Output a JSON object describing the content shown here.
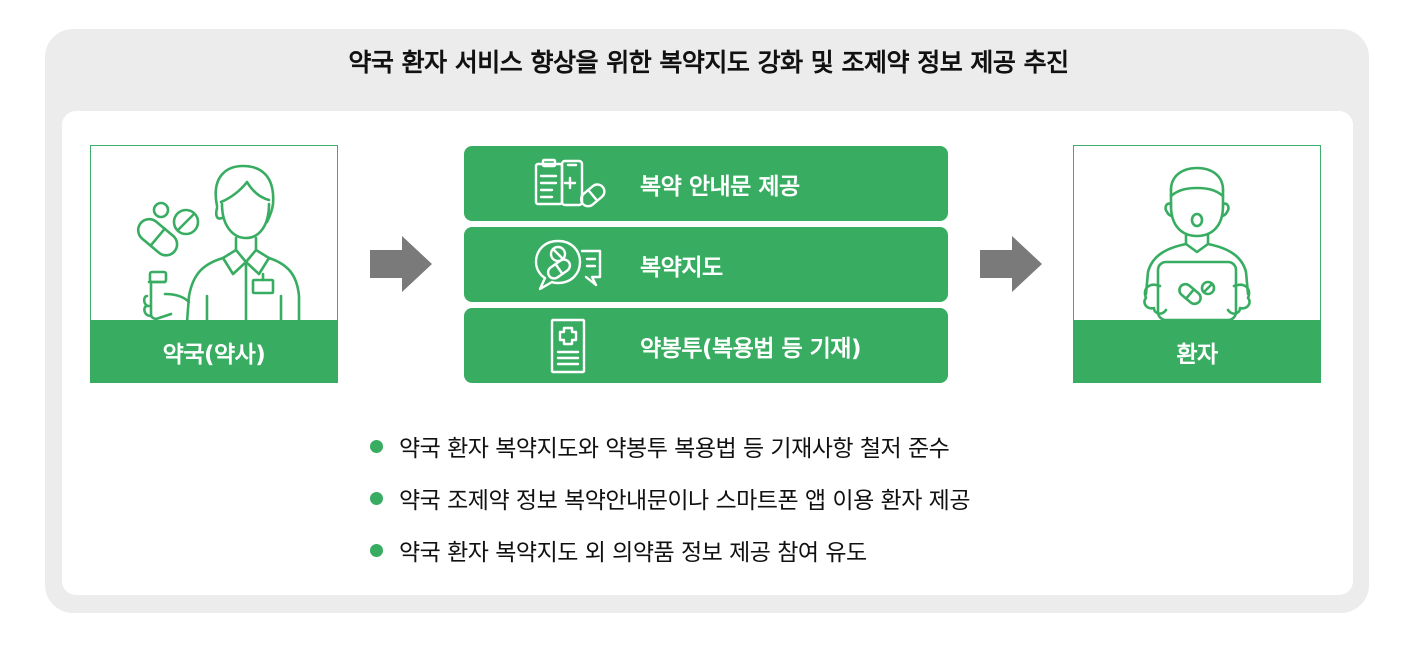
{
  "title": "약국 환자 서비스 향상을 위한 복약지도 강화 및 조제약 정보 제공 추진",
  "colors": {
    "accent": "#38ad62",
    "panel": "#ececec",
    "arrow": "#7a7a7a",
    "text": "#111111"
  },
  "left_card": {
    "label": "약국(약사)",
    "icon": "pharmacist-with-pills-icon"
  },
  "right_card": {
    "label": "환자",
    "icon": "patient-holding-tablet-icon"
  },
  "services": [
    {
      "label": "복약 안내문 제공",
      "icon": "clipboard-phone-pill-icon"
    },
    {
      "label": "복약지도",
      "icon": "speech-bubble-pill-icon"
    },
    {
      "label": "약봉투(복용법 등 기재)",
      "icon": "medicine-envelope-icon"
    }
  ],
  "bullets": [
    "약국 환자 복약지도와 약봉투 복용법 등 기재사항 철저 준수",
    "약국 조제약 정보 복약안내문이나 스마트폰 앱 이용 환자 제공",
    "약국 환자 복약지도 외 의약품 정보 제공 참여 유도"
  ]
}
